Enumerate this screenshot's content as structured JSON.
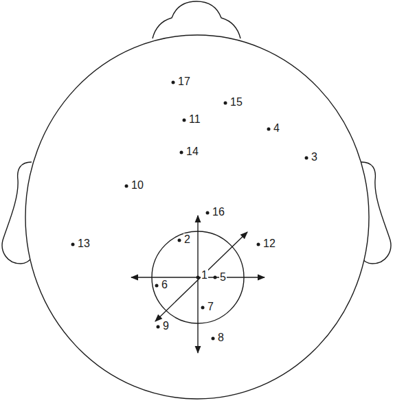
{
  "diagram": {
    "labels": [
      "17",
      "15",
      "11",
      "4",
      "14",
      "3",
      "10",
      "16",
      "2",
      "13",
      "12",
      "1",
      "5",
      "6",
      "7",
      "9",
      "8"
    ]
  }
}
